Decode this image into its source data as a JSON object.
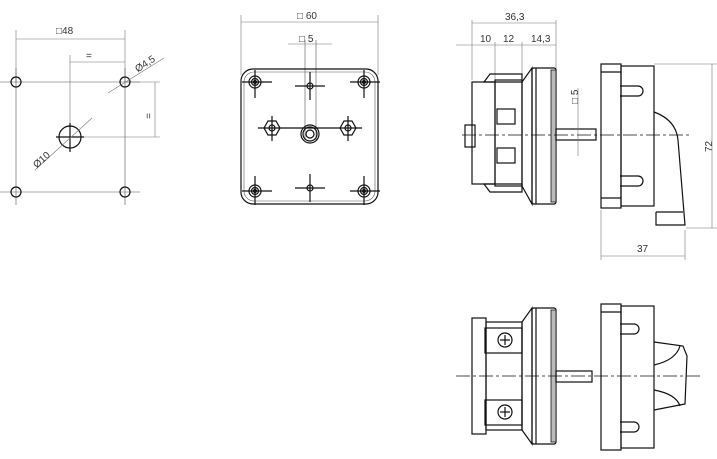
{
  "drawing": {
    "title": "Rotary switch dimensional drawing",
    "colors": {
      "line": "#111111",
      "dimension": "#777777",
      "text": "#333333"
    },
    "mounting_cutout": {
      "square_label": "□48",
      "equal_h": "=",
      "equal_v": "=",
      "hole_diameter": "Ø4,5",
      "center_diameter": "Ø10"
    },
    "front_view": {
      "outer_square": "□ 60",
      "shaft_square": "□ 5"
    },
    "side_view": {
      "total_depth": "36,3",
      "segment_1": "10",
      "segment_2": "12",
      "segment_3": "14,3",
      "shaft_square": "□ 5",
      "knob_height": "72",
      "knob_depth": "37"
    }
  }
}
